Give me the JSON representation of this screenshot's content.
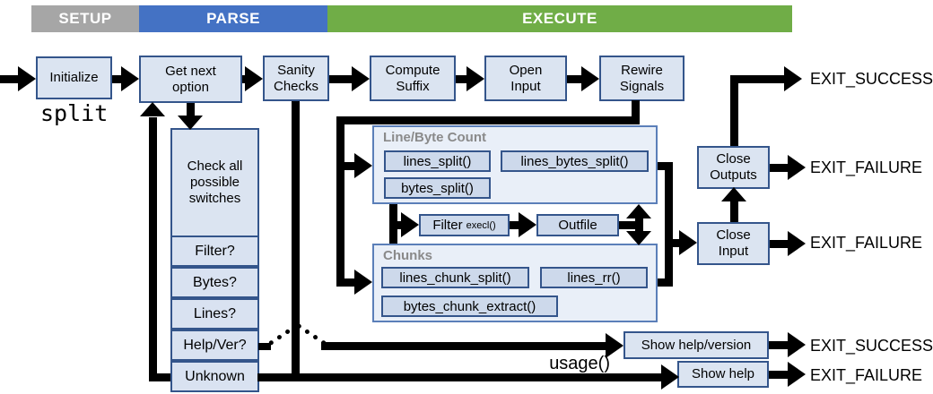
{
  "header": {
    "phases": [
      {
        "label": "SETUP",
        "color": "#a6a6a6"
      },
      {
        "label": "PARSE",
        "color": "#4472c4"
      },
      {
        "label": "EXECUTE",
        "color": "#70ad47"
      }
    ]
  },
  "program": {
    "name": "split"
  },
  "nodes": {
    "initialize": "Initialize",
    "get_next_option": "Get next\noption",
    "sanity_checks": "Sanity\nChecks",
    "compute_suffix": "Compute\nSuffix",
    "open_input": "Open\nInput",
    "rewire_signals": "Rewire\nSignals",
    "close_outputs": "Close\nOutputs",
    "close_input": "Close\nInput",
    "show_help_version": "Show help/version",
    "show_help": "Show help",
    "outfile": "Outfile"
  },
  "filter_node": {
    "label": "Filter",
    "sub": "execl()"
  },
  "switch_column": {
    "title": "Check all\npossible\nswitches",
    "options": [
      "Filter?",
      "Bytes?",
      "Lines?",
      "Help/Ver?",
      "Unknown"
    ]
  },
  "groups": {
    "line_byte_count": {
      "title": "Line/Byte Count",
      "functions": [
        "lines_split()",
        "lines_bytes_split()",
        "bytes_split()"
      ]
    },
    "chunks": {
      "title": "Chunks",
      "functions": [
        "lines_chunk_split()",
        "lines_rr()",
        "bytes_chunk_extract()"
      ]
    }
  },
  "annotations": {
    "usage": "usage()"
  },
  "exits": [
    {
      "label": "EXIT_SUCCESS"
    },
    {
      "label": "EXIT_FAILURE"
    },
    {
      "label": "EXIT_FAILURE"
    },
    {
      "label": "EXIT_SUCCESS"
    },
    {
      "label": "EXIT_FAILURE"
    }
  ],
  "colors": {
    "box_fill": "#dbe4f1",
    "box_border": "#34558b",
    "group_fill": "#e9eff8",
    "group_border": "#5b7fb9",
    "fn_fill": "#cdd9eb",
    "group_label_text": "#8a8a8a",
    "arrow": "#000000"
  }
}
